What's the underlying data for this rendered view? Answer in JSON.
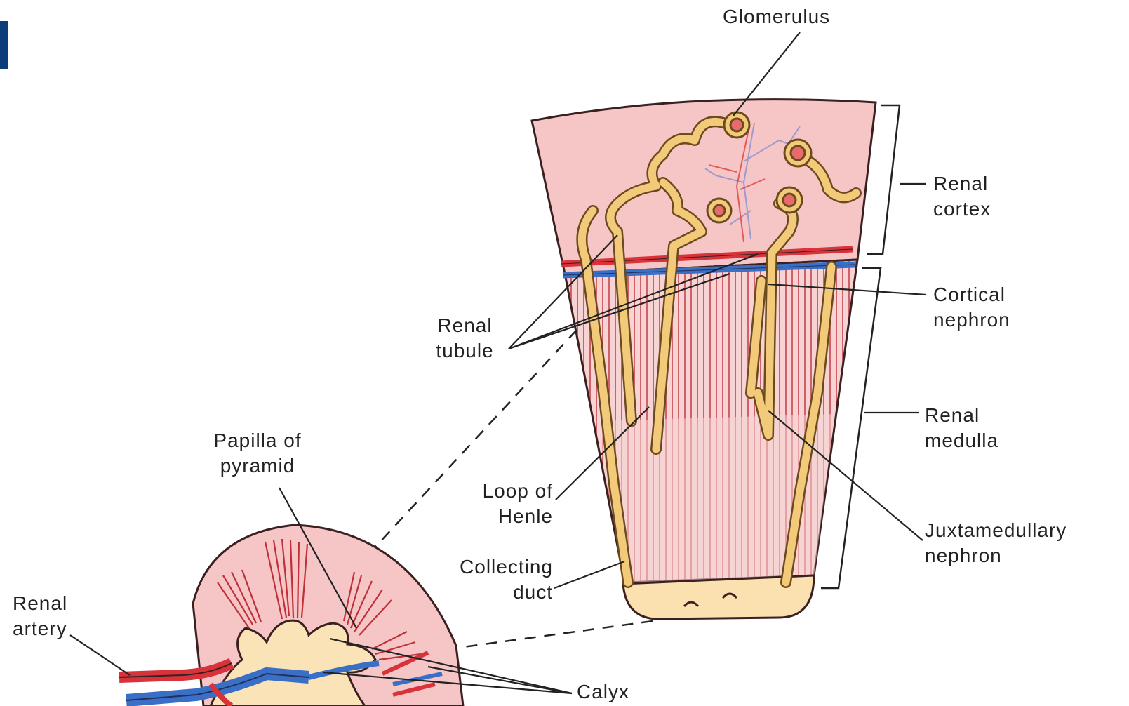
{
  "labels": {
    "glomerulus": "Glomerulus",
    "renal_cortex_1": "Renal",
    "renal_cortex_2": "cortex",
    "cortical_nephron_1": "Cortical",
    "cortical_nephron_2": "nephron",
    "renal_tubule_1": "Renal",
    "renal_tubule_2": "tubule",
    "renal_medulla_1": "Renal",
    "renal_medulla_2": "medulla",
    "papilla_1": "Papilla of",
    "papilla_2": "pyramid",
    "loop_1": "Loop of",
    "loop_2": "Henle",
    "juxta_1": "Juxtamedullary",
    "juxta_2": "nephron",
    "collecting_1": "Collecting",
    "collecting_2": "duct",
    "renal_artery_1": "Renal",
    "renal_artery_2": "artery",
    "calyx": "Calyx"
  },
  "colors": {
    "cortex": "#f5c5c5",
    "medulla_lines": "#c0303a",
    "tubule": "#f3c97a",
    "tubule_outline": "#6b4a1f",
    "artery": "#d8323a",
    "vein": "#3a6fc7",
    "calyx_fill": "#fbe3b8",
    "accent_bar": "#0b3d7a"
  }
}
